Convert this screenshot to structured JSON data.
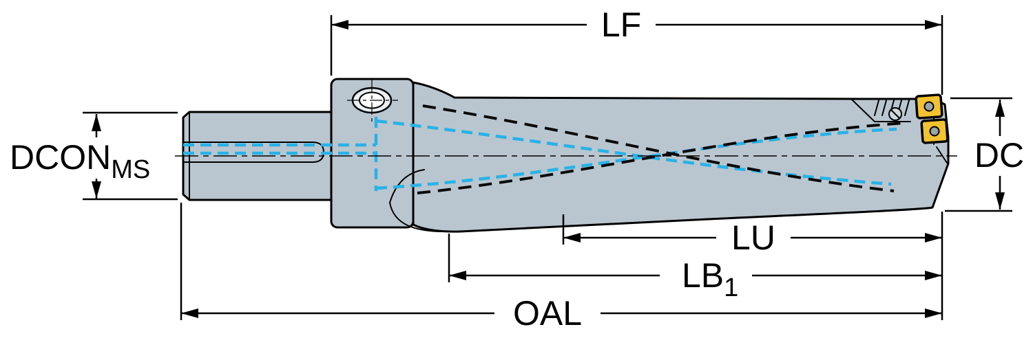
{
  "diagram": {
    "title": "indexable-insert-drill-dimension-drawing",
    "labels": {
      "lf": "LF",
      "dcon_main": "DCON",
      "dcon_sub": "MS",
      "dc": "DC",
      "lu": "LU",
      "lb_main": "LB",
      "lb_sub": "1",
      "oal": "OAL"
    },
    "colors": {
      "body_fill": "#b9c6d0",
      "outline": "#000000",
      "coolant": "#29b2e6",
      "insert": "#f2c230",
      "screw": "#9aa4ab",
      "background": "#ffffff"
    }
  }
}
